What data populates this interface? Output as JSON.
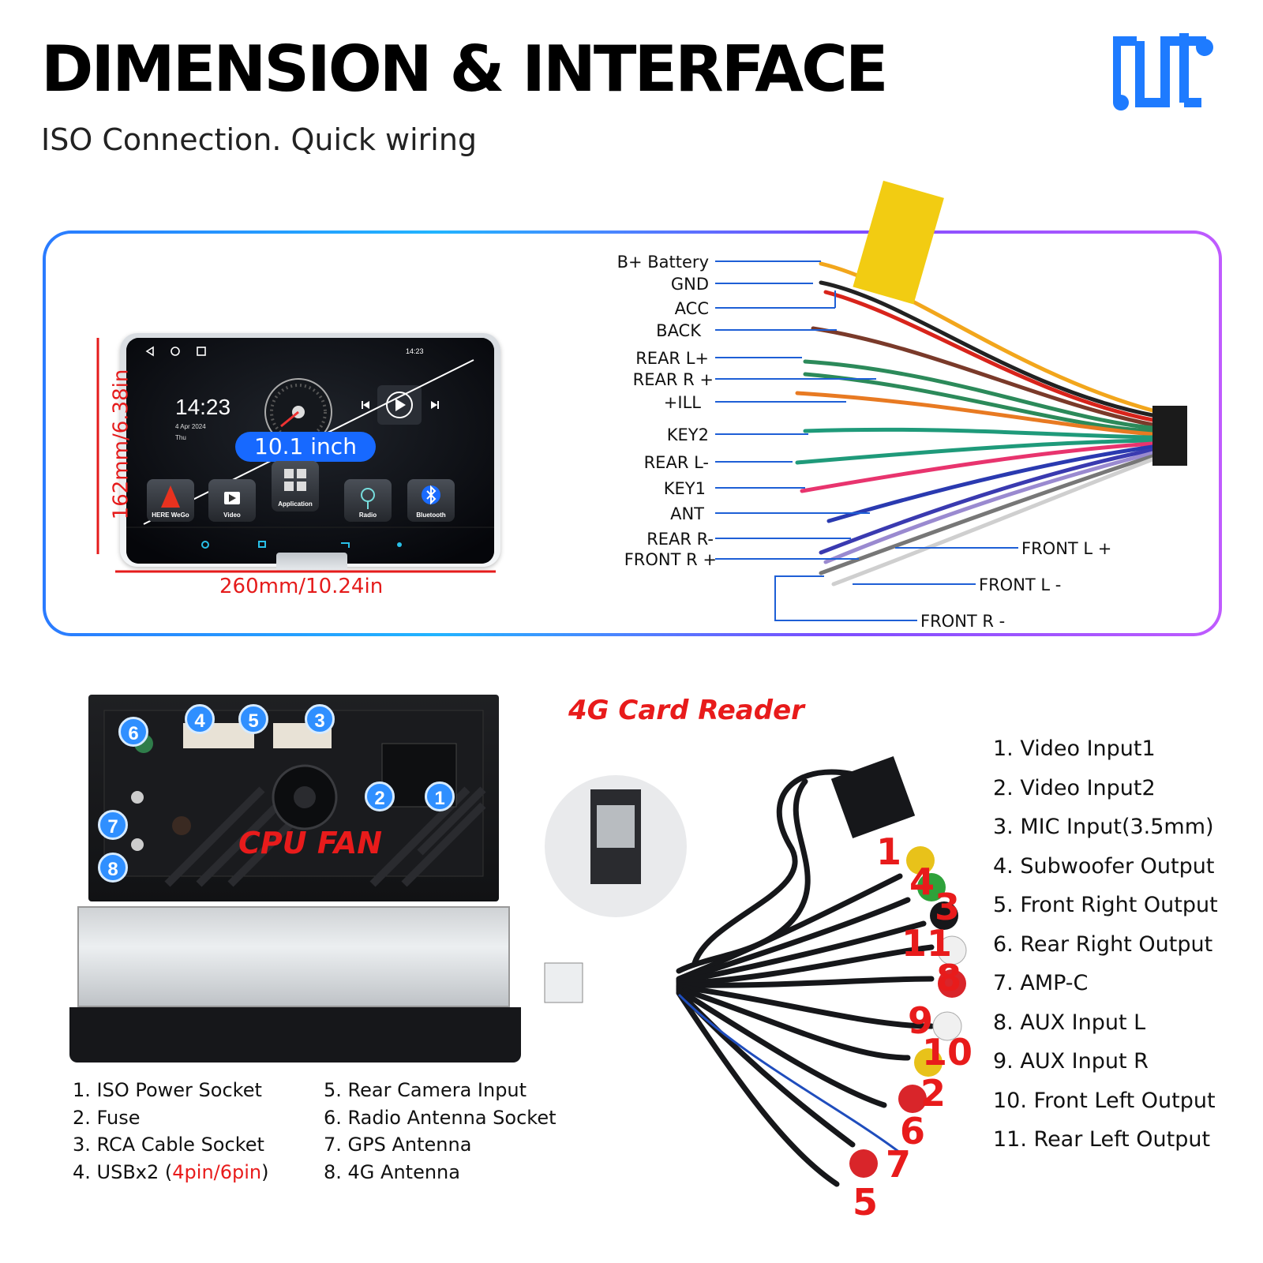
{
  "header": {
    "title": "DIMENSION & INTERFACE",
    "subtitle": "ISO Connection. Quick wiring"
  },
  "colors": {
    "accent_blue": "#1769ff",
    "accent_red": "#e51b1b"
  },
  "device": {
    "time": "14:23",
    "date": "4 Apr 2024",
    "day": "Thu",
    "status_time": "14:23",
    "screen_size": "10.1 inch",
    "apps": [
      "HERE WeGo",
      "Video",
      "Application",
      "Radio",
      "Bluetooth"
    ],
    "height_label": "162mm/6.38in",
    "width_label": "260mm/10.24in"
  },
  "iso_wires": {
    "left": [
      "B+ Battery",
      "GND",
      "ACC",
      "BACK",
      "REAR L+",
      "REAR R +",
      "+ILL",
      "KEY2",
      "REAR L-",
      "KEY1",
      "ANT",
      "REAR R-",
      "FRONT R +"
    ],
    "right": [
      "FRONT L +",
      "FRONT L -",
      "FRONT R -"
    ]
  },
  "back_panel": {
    "cpu_fan_label": "CPU FAN",
    "port_numbers": [
      "1",
      "2",
      "3",
      "4",
      "5",
      "6",
      "7",
      "8"
    ],
    "legend_col1": [
      "1. ISO Power Socket",
      "2. Fuse",
      "3. RCA Cable Socket",
      "4. USBx2 ("
    ],
    "usb_pins": "4pin/6pin",
    "usb_close": ")",
    "legend_col2": [
      "5. Rear Camera Input",
      "6. Radio Antenna Socket",
      "7. GPS Antenna",
      "8. 4G Antenna"
    ]
  },
  "rca": {
    "card_reader_label": "4G Card Reader",
    "numbers": [
      "1",
      "4",
      "3",
      "11",
      "8",
      "9",
      "10",
      "2",
      "6",
      "7",
      "5"
    ],
    "legend": [
      "1. Video Input1",
      "2. Video Input2",
      "3. MIC Input(3.5mm)",
      "4. Subwoofer Output",
      "5. Front Right Output",
      "6. Rear Right Output",
      "7. AMP-C",
      "8. AUX Input L",
      "9. AUX Input R",
      "10. Front Left Output",
      "11. Rear Left Output"
    ]
  }
}
